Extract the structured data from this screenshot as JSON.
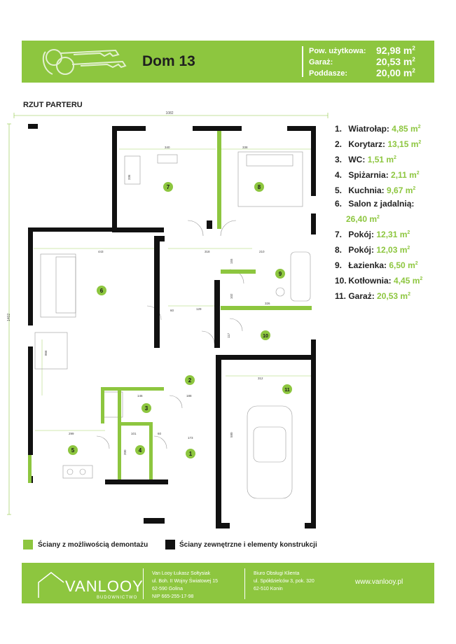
{
  "header": {
    "title": "Dom 13",
    "areas": [
      {
        "label": "Pow. użytkowa:",
        "value": "92,98 m",
        "sup": "2"
      },
      {
        "label": "Garaż:",
        "value": "20,53 m",
        "sup": "2"
      },
      {
        "label": "Poddasze:",
        "value": "20,00 m",
        "sup": "2"
      }
    ]
  },
  "plan": {
    "title": "RZUT PARTERU",
    "dim_total_width": "1082",
    "dim_total_height": "1402",
    "room_numbers": [
      "1",
      "2",
      "3",
      "4",
      "5",
      "6",
      "7",
      "8",
      "9",
      "10",
      "11"
    ],
    "dims": [
      "340",
      "338",
      "336",
      "443",
      "318",
      "210",
      "155",
      "102",
      "129",
      "60",
      "326",
      "117",
      "866",
      "312",
      "146",
      "188",
      "101",
      "60",
      "299",
      "173",
      "580",
      "200"
    ]
  },
  "rooms": [
    {
      "num": "1.",
      "name": "Wiatrołap:",
      "area": "4,85 m",
      "sup": "2"
    },
    {
      "num": "2.",
      "name": "Korytarz:",
      "area": "13,15 m",
      "sup": "2"
    },
    {
      "num": "3.",
      "name": "WC:",
      "area": "1,51 m",
      "sup": "2"
    },
    {
      "num": "4.",
      "name": "Spiżarnia:",
      "area": "2,11 m",
      "sup": "2"
    },
    {
      "num": "5.",
      "name": "Kuchnia:",
      "area": "9,67 m",
      "sup": "2"
    },
    {
      "num": "6.",
      "name": "Salon z jadalnią:",
      "area": "26,40 m",
      "sup": "2"
    },
    {
      "num": "7.",
      "name": "Pokój:",
      "area": "12,31 m",
      "sup": "2"
    },
    {
      "num": "8.",
      "name": "Pokój:",
      "area": "12,03 m",
      "sup": "2"
    },
    {
      "num": "9.",
      "name": "Łazienka:",
      "area": "6,50 m",
      "sup": "2"
    },
    {
      "num": "10.",
      "name": "Kotłownia:",
      "area": "4,45 m",
      "sup": "2"
    },
    {
      "num": "11.",
      "name": "Garaż:",
      "area": "20,53 m",
      "sup": "2"
    }
  ],
  "legend": {
    "green_label": "Ściany z możliwością demontażu",
    "black_label": "Ściany zewnętrzne i elementy konstrukcji"
  },
  "colors": {
    "accent": "#8dc63f",
    "wall_black": "#111111"
  },
  "footer": {
    "logo": "VANLOOY",
    "logo_sub": "BUDOWNICTWO",
    "company_lines": [
      "Van Looy Łukasz Sołtysiak",
      "ul. Boh. II Wojny Światowej 15",
      "62-590 Golina",
      "NIP 665-255-17-98"
    ],
    "office_lines": [
      "Biuro Obsługi Klienta",
      "ul. Spółdzielców 3, pok. 320",
      "62-510 Konin"
    ],
    "website": "www.vanlooy.pl"
  }
}
